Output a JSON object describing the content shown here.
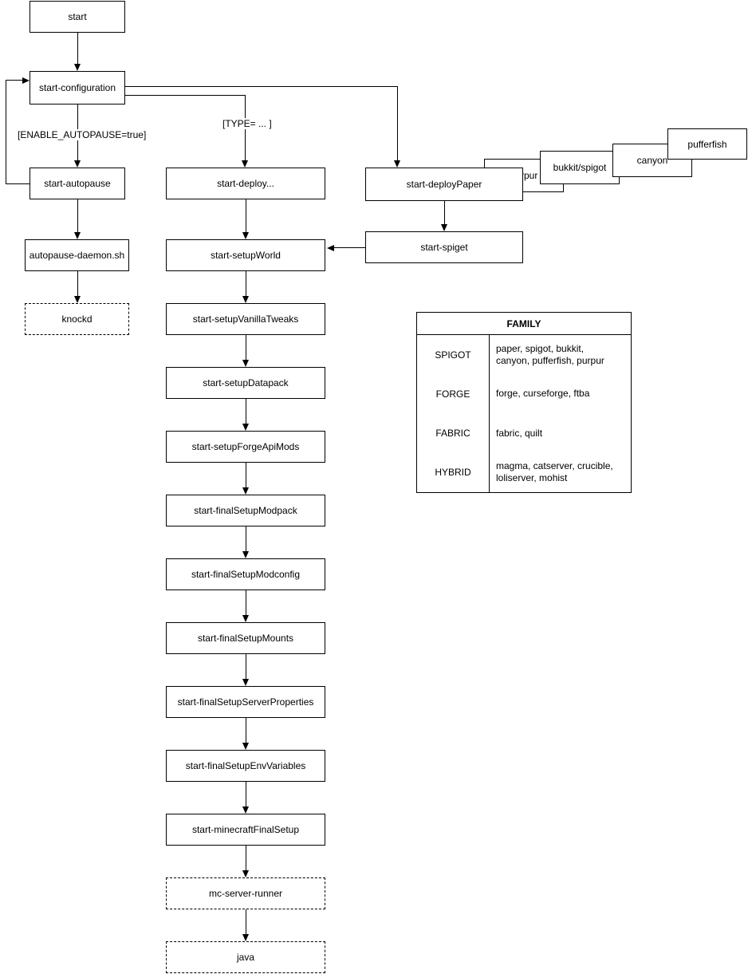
{
  "diagram": {
    "nodes": {
      "start": "start",
      "start_configuration": "start-configuration",
      "start_autopause": "start-autopause",
      "autopause_daemon": "autopause-daemon.sh",
      "knockd": "knockd",
      "start_deploy": "start-deploy...",
      "start_deployPaper": "start-deployPaper",
      "purpur": "purpur",
      "bukkit_spigot": "bukkit/spigot",
      "canyon": "canyon",
      "pufferfish": "pufferfish",
      "start_spiget": "start-spiget",
      "start_setupWorld": "start-setupWorld",
      "start_setupVanillaTweaks": "start-setupVanillaTweaks",
      "start_setupDatapack": "start-setupDatapack",
      "start_setupForgeApiMods": "start-setupForgeApiMods",
      "start_finalSetupModpack": "start-finalSetupModpack",
      "start_finalSetupModconfig": "start-finalSetupModconfig",
      "start_finalSetupMounts": "start-finalSetupMounts",
      "start_finalSetupServerProperties": "start-finalSetupServerProperties",
      "start_finalSetupEnvVariables": "start-finalSetupEnvVariables",
      "start_minecraftFinalSetup": "start-minecraftFinalSetup",
      "mc_server_runner": "mc-server-runner",
      "java": "java"
    },
    "edge_labels": {
      "enable_autopause": "[ENABLE_AUTOPAUSE=true]",
      "type": "[TYPE= ... ]"
    },
    "family_table": {
      "title": "FAMILY",
      "rows": [
        {
          "family": "SPIGOT",
          "members": "paper, spigot, bukkit, canyon, pufferfish, purpur"
        },
        {
          "family": "FORGE",
          "members": "forge, curseforge, ftba"
        },
        {
          "family": "FABRIC",
          "members": "fabric, quilt"
        },
        {
          "family": "HYBRID",
          "members": "magma, catserver, crucible, loliserver, mohist"
        }
      ]
    },
    "colors": {
      "stroke": "#000000",
      "fill": "#ffffff",
      "background": "#ffffff"
    }
  }
}
